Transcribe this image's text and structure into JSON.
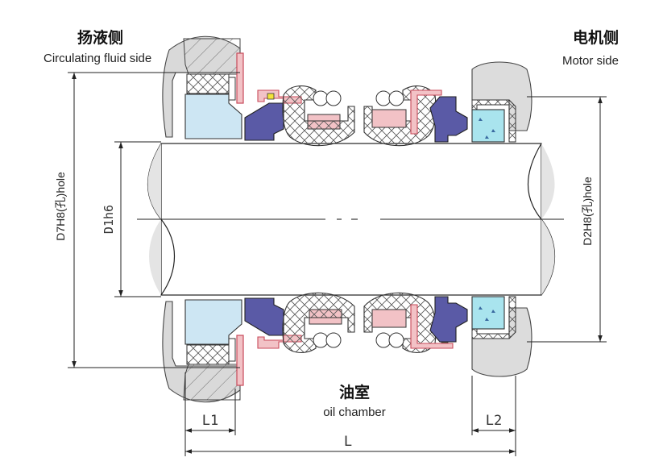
{
  "labels": {
    "pump_side_cn": "扬液侧",
    "pump_side_en": "Circulating fluid side",
    "motor_side_cn": "电机侧",
    "motor_side_en": "Motor side",
    "oil_chamber_cn": "油室",
    "oil_chamber_en": "oil chamber"
  },
  "dimensions": {
    "d7": "D7H8(孔)hole",
    "d1": "D1h6",
    "d2": "D2H8(孔)hole",
    "l1": "L1",
    "l2": "L2",
    "l": "L"
  },
  "colors": {
    "housing": "#dcdcdc",
    "seat": "#cde6f3",
    "seat_face": "#a9e4ee",
    "rotating_ring": "#5a5aa6",
    "spring_holder": "#f2c2c6",
    "rubber_edge": "#e05a6a",
    "shaft": "#ffffff",
    "dot": "#f3e33a"
  }
}
